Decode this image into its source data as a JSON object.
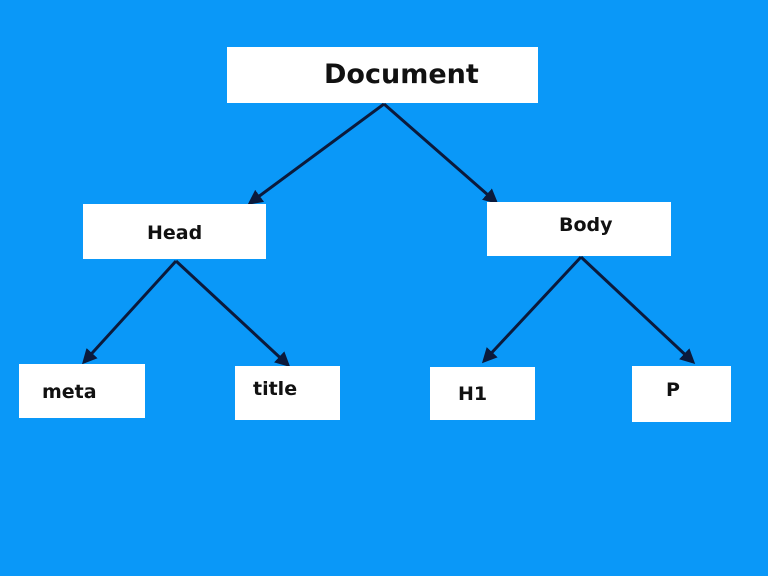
{
  "colors": {
    "background": "#0a98f8",
    "box": "#ffffff",
    "arrow": "#0b1a3c",
    "text": "#111111"
  },
  "nodes": {
    "document": "Document",
    "head": "Head",
    "body": "Body",
    "meta": "meta",
    "title": "title",
    "h1": "H1",
    "p": "P"
  },
  "edges": [
    [
      "document",
      "head"
    ],
    [
      "document",
      "body"
    ],
    [
      "head",
      "meta"
    ],
    [
      "head",
      "title"
    ],
    [
      "body",
      "h1"
    ],
    [
      "body",
      "p"
    ]
  ]
}
